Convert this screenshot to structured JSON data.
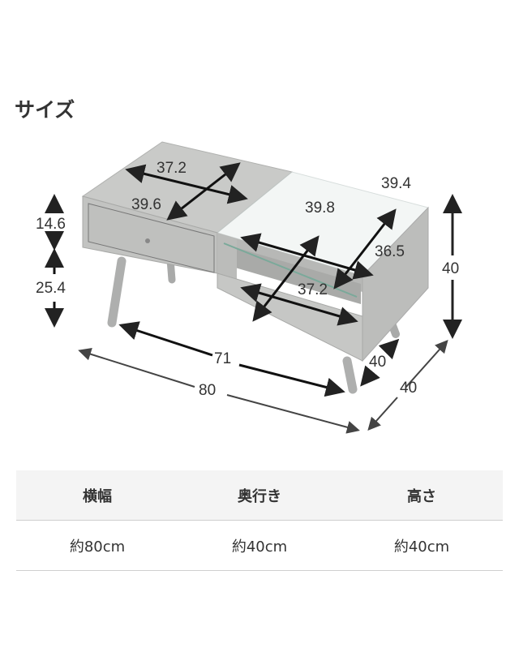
{
  "title": "サイズ",
  "diagram": {
    "dims": {
      "drawer_height": "14.6",
      "leg_height": "25.4",
      "top_width_left": "37.2",
      "top_depth_left": "39.6",
      "glass_width": "39.8",
      "glass_depth": "39.4",
      "shelf_depth": "36.5",
      "shelf_width": "37.2",
      "total_height": "40",
      "inner_leg_width": "71",
      "total_width": "80",
      "inner_leg_depth": "40",
      "total_depth": "40"
    }
  },
  "table": {
    "headers": [
      "横幅",
      "奥行き",
      "高さ"
    ],
    "values": [
      "約80cm",
      "約40cm",
      "約40cm"
    ]
  }
}
